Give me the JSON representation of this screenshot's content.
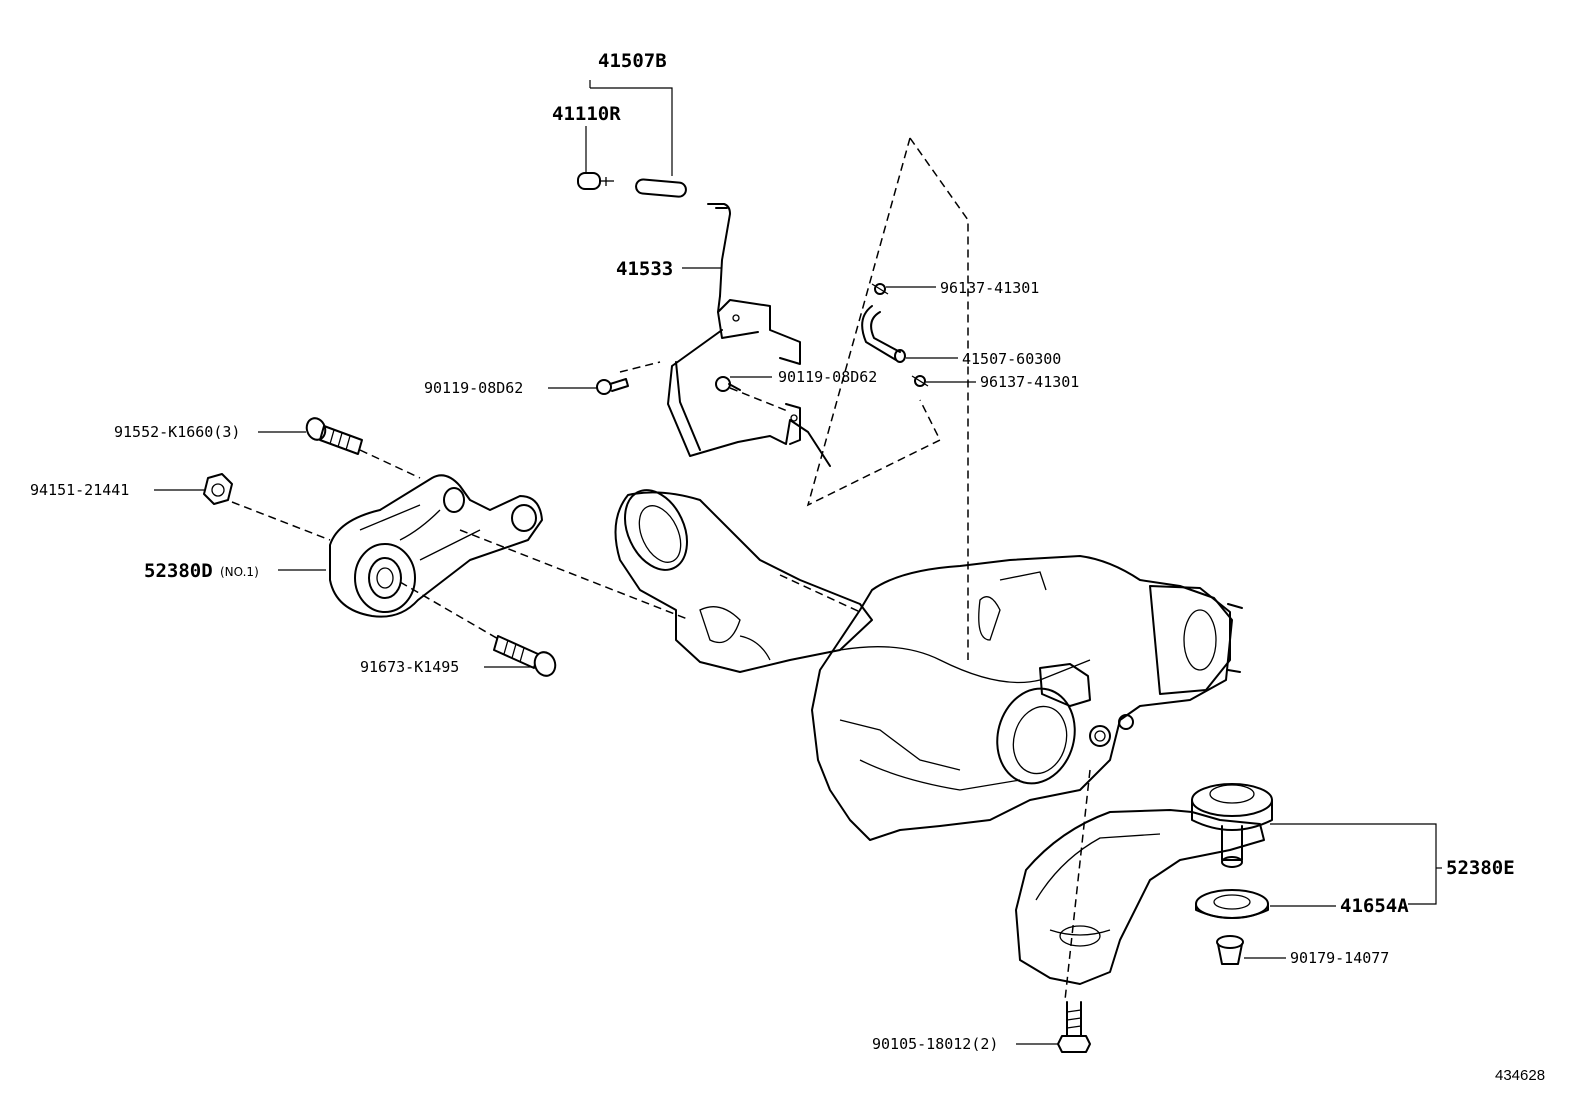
{
  "diagram": {
    "labels": {
      "p41507B": "41507B",
      "p41110R": "41110R",
      "p41533": "41533",
      "p96137_41301_a": "96137-41301",
      "p41507_60300": "41507-60300",
      "p96137_41301_b": "96137-41301",
      "p90119_08D62_a": "90119-08D62",
      "p90119_08D62_b": "90119-08D62",
      "p91552_K1660": "91552-K1660(3)",
      "p94151_21441": "94151-21441",
      "p52380D": "52380D",
      "p52380D_note": "(NO.1)",
      "p91673_K1495": "91673-K1495",
      "p52380E": "52380E",
      "p41654A": "41654A",
      "p90179_14077": "90179-14077",
      "p90105_18012": "90105-18012(2)"
    },
    "illustration_id": "434628"
  }
}
